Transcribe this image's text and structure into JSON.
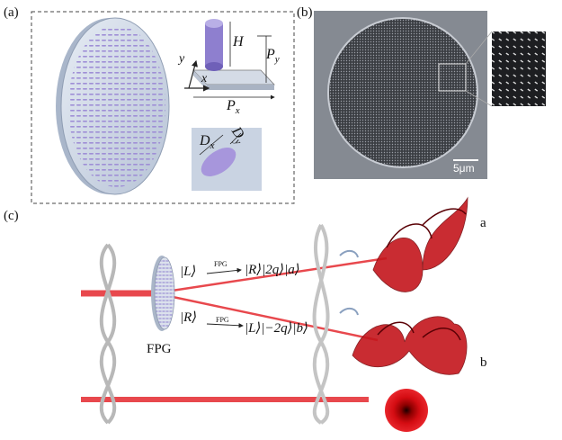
{
  "panels": {
    "a": {
      "label": "(a)"
    },
    "b": {
      "label": "(b)",
      "scale_bar": "5μm"
    },
    "c": {
      "label": "(c)"
    }
  },
  "unit_cell": {
    "height": "H",
    "period_y": "P",
    "period_y_sub": "y",
    "period_x": "P",
    "period_x_sub": "x",
    "axis_x": "x",
    "axis_y": "y",
    "diam_x": "D",
    "diam_x_sub": "x",
    "diam_y": "D",
    "diam_y_sub": "y"
  },
  "setup": {
    "device_label": "FPG",
    "upper_in_state": "|L⟩",
    "upper_arrow": "FPG",
    "upper_out_state": "|R⟩|2q⟩|a⟩",
    "lower_in_state": "|R⟩",
    "lower_arrow": "FPG",
    "lower_out_state": "|L⟩|−2q⟩|b⟩",
    "path_a": "a",
    "path_b": "b"
  },
  "colors": {
    "pillar": "#9f8fd6",
    "beam": "#e8484d",
    "helix": "#c4161c",
    "substrate": "#c9d3e2"
  }
}
